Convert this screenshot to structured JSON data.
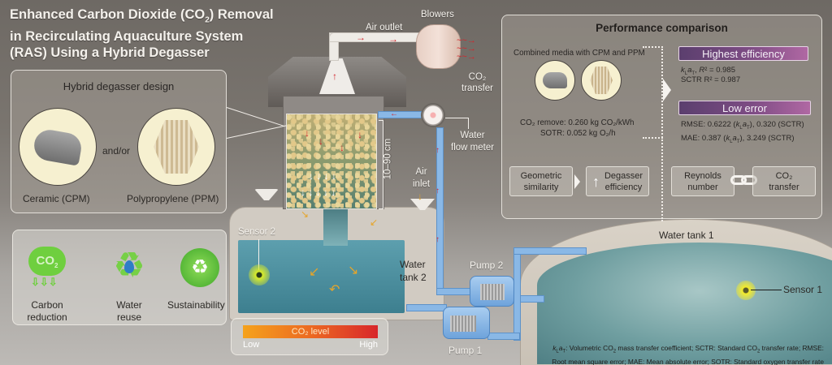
{
  "title": {
    "line1_pre": "Enhanced Carbon Dioxide (CO",
    "line1_sub": "2",
    "line1_post": ") Removal",
    "line2": "in Recirculating Aquaculture System",
    "line3": "(RAS) Using a Hybrid Degasser"
  },
  "design_panel": {
    "heading": "Hybrid degasser design",
    "connector": "and/or",
    "media": [
      {
        "label": "Ceramic (CPM)",
        "icon": "ceramic-media-icon"
      },
      {
        "label": "Polypropylene (PPM)",
        "icon": "polypropylene-media-icon"
      }
    ]
  },
  "benefits_panel": {
    "items": [
      {
        "label_line1": "Carbon",
        "label_line2": "reduction",
        "icon": "co2-cloud-icon"
      },
      {
        "label_line1": "Water",
        "label_line2": "reuse",
        "icon": "recycle-water-icon"
      },
      {
        "label_line1": "Sustainability",
        "label_line2": "",
        "icon": "globe-recycle-icon"
      }
    ]
  },
  "co2_legend": {
    "label": "CO₂ level",
    "low": "Low",
    "high": "High",
    "gradient": [
      "#f5a21c",
      "#ec6a22",
      "#d8262a"
    ]
  },
  "system_labels": {
    "blowers": "Blowers",
    "air_outlet": "Air outlet",
    "co2_transfer_line1": "CO₂",
    "co2_transfer_line2": "transfer",
    "water_flow_meter_line1": "Water",
    "water_flow_meter_line2": "flow meter",
    "air_inlet_line1": "Air",
    "air_inlet_line2": "inlet",
    "height_range": "10–90 cm",
    "sensor_2": "Sensor 2",
    "water_tank_2_line1": "Water",
    "water_tank_2_line2": "tank 2",
    "pump_2": "Pump 2",
    "pump_1": "Pump 1",
    "water_tank_1": "Water tank 1",
    "sensor_1": "Sensor 1"
  },
  "performance_panel": {
    "heading": "Performance comparison",
    "combined_media_label": "Combined media with CPM and PPM",
    "co2_remove": "CO₂ remove: 0.260 kg CO₂/kWh",
    "sotr": "SOTR: 0.052 kg O₂/h",
    "highest_efficiency": {
      "title": "Highest efficiency",
      "line1": "kLaT, R² = 0.985",
      "line2": "SCTR R² = 0.987"
    },
    "low_error": {
      "title": "Low error",
      "line1": "RMSE: 0.6222 (kLaT), 0.320 (SCTR)",
      "line2": "MAE: 0.387 (kLaT), 3.249 (SCTR)"
    },
    "flow_boxes": [
      {
        "line1": "Geometric",
        "line2": "similarity"
      },
      {
        "line1": "Degasser",
        "line2": "efficiency"
      },
      {
        "line1": "Reynolds",
        "line2": "number"
      },
      {
        "line1": "CO₂",
        "line2": "transfer"
      }
    ]
  },
  "footnote": {
    "line1": "kLaT: Volumetric CO₂ mass transfer coefficient; SCTR: Standard CO₂ transfer rate; RMSE:",
    "line2": "Root mean square error; MAE: Mean absolute error; SOTR: Standard oxygen transfer rate"
  },
  "colors": {
    "accent_purple": "#7d4c84",
    "pipe_blue": "#8ab8e6",
    "flow_red": "#d3262c",
    "flow_orange": "#e6a52a",
    "eco_green": "#5cbf3a"
  }
}
